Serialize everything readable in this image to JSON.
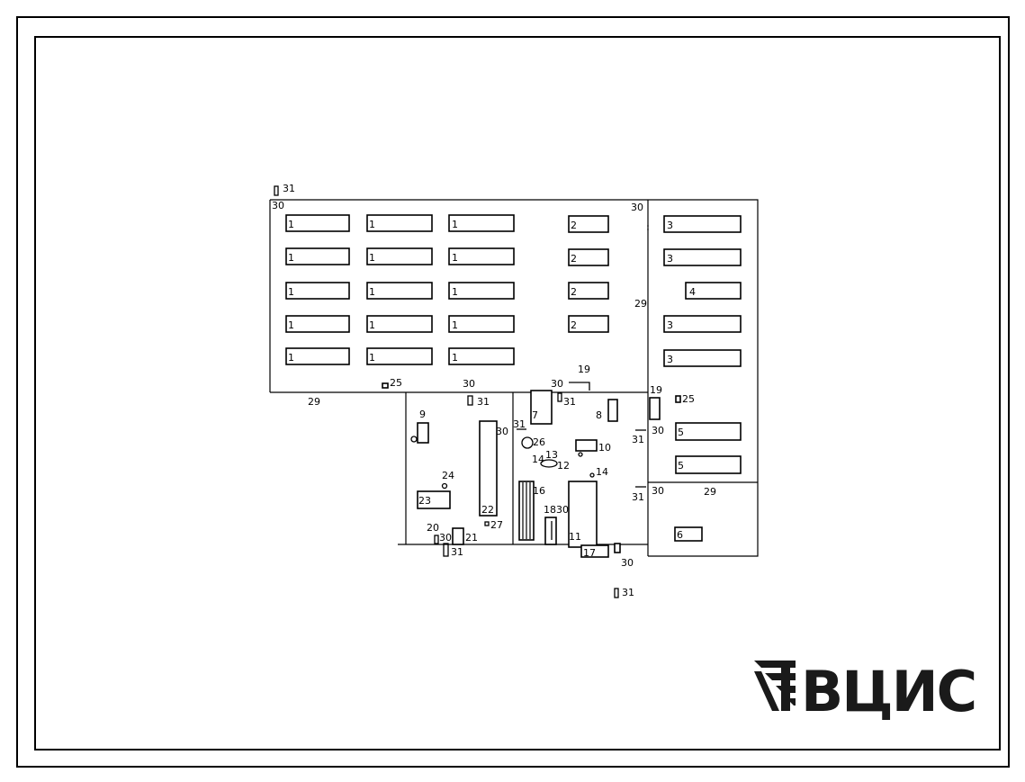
{
  "logo": {
    "text": "ВЦИС",
    "mark_icon": "stacked-stripes-logo-icon"
  },
  "plan": {
    "equipment": [
      {
        "id": "eq-1a",
        "label": "1"
      },
      {
        "id": "eq-1b",
        "label": "1"
      },
      {
        "id": "eq-1c",
        "label": "1"
      },
      {
        "id": "eq-1d",
        "label": "1"
      },
      {
        "id": "eq-1e",
        "label": "1"
      },
      {
        "id": "eq-1f",
        "label": "1"
      },
      {
        "id": "eq-1g",
        "label": "1"
      },
      {
        "id": "eq-1h",
        "label": "1"
      },
      {
        "id": "eq-1i",
        "label": "1"
      },
      {
        "id": "eq-1j",
        "label": "1"
      },
      {
        "id": "eq-1k",
        "label": "1"
      },
      {
        "id": "eq-1l",
        "label": "1"
      },
      {
        "id": "eq-1m",
        "label": "1"
      },
      {
        "id": "eq-1n",
        "label": "1"
      },
      {
        "id": "eq-1o",
        "label": "1"
      },
      {
        "id": "eq-2a",
        "label": "2"
      },
      {
        "id": "eq-2b",
        "label": "2"
      },
      {
        "id": "eq-2c",
        "label": "2"
      },
      {
        "id": "eq-2d",
        "label": "2"
      },
      {
        "id": "eq-3a",
        "label": "3"
      },
      {
        "id": "eq-3b",
        "label": "3"
      },
      {
        "id": "eq-4",
        "label": "4"
      },
      {
        "id": "eq-3c",
        "label": "3"
      },
      {
        "id": "eq-3d",
        "label": "3"
      },
      {
        "id": "eq-5a",
        "label": "5"
      },
      {
        "id": "eq-5b",
        "label": "5"
      },
      {
        "id": "eq-6",
        "label": "6"
      },
      {
        "id": "eq-7",
        "label": "7"
      },
      {
        "id": "eq-8",
        "label": "8"
      },
      {
        "id": "eq-9",
        "label": "9"
      },
      {
        "id": "eq-10",
        "label": "10"
      },
      {
        "id": "eq-11",
        "label": "11"
      },
      {
        "id": "eq-16",
        "label": "16"
      },
      {
        "id": "eq-17",
        "label": "17"
      },
      {
        "id": "eq-18",
        "label": "18"
      },
      {
        "id": "eq-21",
        "label": "21"
      },
      {
        "id": "eq-22",
        "label": "22"
      },
      {
        "id": "eq-23",
        "label": "23"
      }
    ],
    "labels": [
      {
        "id": "t-31a",
        "text": "31"
      },
      {
        "id": "t-30a",
        "text": "30"
      },
      {
        "id": "t-30b",
        "text": "30"
      },
      {
        "id": "t-29a",
        "text": "29"
      },
      {
        "id": "t-29b",
        "text": "29"
      },
      {
        "id": "t-29c",
        "text": "29"
      },
      {
        "id": "t-25a",
        "text": "25"
      },
      {
        "id": "t-25b",
        "text": "25"
      },
      {
        "id": "t-30c",
        "text": "30"
      },
      {
        "id": "t-31b",
        "text": "31"
      },
      {
        "id": "t-30d",
        "text": "30"
      },
      {
        "id": "t-31c",
        "text": "31"
      },
      {
        "id": "t-19a",
        "text": "19"
      },
      {
        "id": "t-19b",
        "text": "19"
      },
      {
        "id": "t-31d",
        "text": "31"
      },
      {
        "id": "t-30e",
        "text": "30"
      },
      {
        "id": "t-26",
        "text": "26"
      },
      {
        "id": "t-14a",
        "text": "14"
      },
      {
        "id": "t-13",
        "text": "13"
      },
      {
        "id": "t-12",
        "text": "12"
      },
      {
        "id": "t-14b",
        "text": "14"
      },
      {
        "id": "t-31e",
        "text": "31"
      },
      {
        "id": "t-30f",
        "text": "30"
      },
      {
        "id": "t-31f",
        "text": "31"
      },
      {
        "id": "t-30g",
        "text": "30"
      },
      {
        "id": "t-24",
        "text": "24"
      },
      {
        "id": "t-20",
        "text": "20"
      },
      {
        "id": "t-30h",
        "text": "30"
      },
      {
        "id": "t-31g",
        "text": "31"
      },
      {
        "id": "t-27",
        "text": "27"
      },
      {
        "id": "t-30i",
        "text": "30"
      },
      {
        "id": "t-30j",
        "text": "30"
      },
      {
        "id": "t-31h",
        "text": "31"
      }
    ]
  }
}
